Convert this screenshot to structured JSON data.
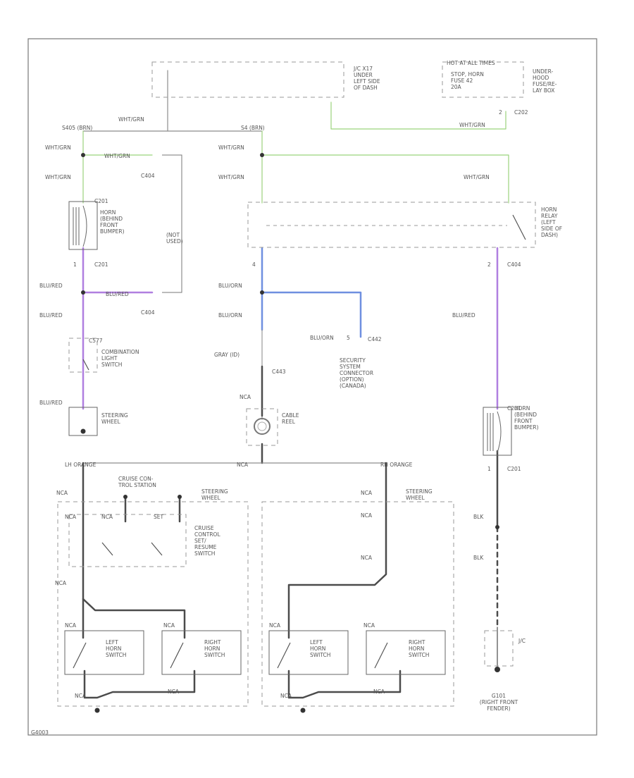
{
  "colors": {
    "grn": "#9bd37c",
    "vio": "#b07fe0",
    "blu": "#6f8fe0",
    "gry": "#8c8c8c",
    "blk": "#4b4b4b",
    "frame": "#777777",
    "dash": "#9a9a9a"
  },
  "labels": {
    "jc_top": [
      "J/C X17",
      "UNDER",
      "LEFT SIDE",
      "OF DASH"
    ],
    "fuse_box_head": "HOT AT ALL TIMES",
    "fuse_inner": [
      "STOP, HORN",
      "FUSE 42",
      "20A"
    ],
    "underhood": [
      "UNDER-",
      "HOOD",
      "FUSE/RE-",
      "LAY BOX"
    ],
    "pin2": "2",
    "c202_right": "C202",
    "wht_grn_top_left": "WHT/GRN",
    "wht_grn_top_right": "WHT/GRN",
    "bus_left": "S405 (BRN)",
    "bus_right": "S4 (BRN)",
    "wht_grn_1": "WHT/GRN",
    "wht_grn_2": "WHT/GRN",
    "wht_grn_3": "WHT/GRN",
    "wht_grn_4": "WHT/GRN",
    "wht_grn_5": "WHT/GRN",
    "wht_grn_h": "WHT/GRN",
    "c404_a": "C404",
    "c201_a": "C201",
    "horn_left": [
      "HORN",
      "(BEHIND",
      "FRONT",
      "BUMPER)"
    ],
    "pin1_a": "1",
    "c201_b": "C201",
    "not_used": [
      "(NOT",
      "USED)"
    ],
    "blu_red_1": "BLU/RED",
    "blu_red_h": "BLU/RED",
    "c404_b": "C404",
    "blu_red_2": "BLU/RED",
    "c577": "C577",
    "comb_switch": [
      "COMBINATION",
      "LIGHT",
      "SWITCH"
    ],
    "blu_red_3": "BLU/RED",
    "steering_wheel": [
      "STEERING",
      "WHEEL"
    ],
    "horn_relay": [
      "HORN",
      "RELAY",
      "(LEFT",
      "SIDE OF",
      "DASH)"
    ],
    "pin4": "4",
    "pin2_relay": "2",
    "c404_c": "C404",
    "blu_orn_1": "BLU/ORN",
    "blu_orn_2": "BLU/ORN",
    "blu_orn_h": "BLU/ORN",
    "pin5": "5",
    "c442": "C442",
    "security": [
      "SECURITY",
      "SYSTEM",
      "CONNECTOR",
      "(OPTION)",
      "(CANADA)"
    ],
    "blu_red_4": "BLU/RED",
    "gray_id": "GRAY (ID)",
    "c443": "C443",
    "nca_reel": "NCA",
    "cable_reel": [
      "CABLE",
      "REEL"
    ],
    "horn_right": [
      "HORN",
      "(BEHIND",
      "FRONT",
      "BUMPER)"
    ],
    "c201_c": "C201",
    "pin1_b": "1",
    "c201_d": "C201",
    "bus2_left": "LH ORANGE",
    "bus2_mid": "NCA",
    "bus2_right": "RH ORANGE",
    "nca_l1": "NCA",
    "cruise_head": [
      "CRUISE CON-",
      "TROL STATION"
    ],
    "steering_l": [
      "STEERING",
      "WHEEL"
    ],
    "nca_l2": "NCA",
    "nca_l3": "NCA",
    "set": "SET",
    "cruise_sw": [
      "CRUISE",
      "CONTROL",
      "SET/",
      "RESUME",
      "SWITCH"
    ],
    "nca_l4": "NCA",
    "nca_l5": "NCA",
    "nca_l6": "NCA",
    "left_horn_l": [
      "LEFT",
      "HORN",
      "SWITCH"
    ],
    "right_horn_l": [
      "RIGHT",
      "HORN",
      "SWITCH"
    ],
    "nca_l7": "NCA",
    "nca_l8": "NCA",
    "nca_r1": "NCA",
    "steering_r": [
      "STEERING",
      "WHEEL"
    ],
    "nca_r2": "NCA",
    "nca_r3": "NCA",
    "nca_r4": "NCA",
    "nca_r5": "NCA",
    "left_horn_r": [
      "LEFT",
      "HORN",
      "SWITCH"
    ],
    "right_horn_r": [
      "RIGHT",
      "HORN",
      "SWITCH"
    ],
    "nca_r6": "NCA",
    "nca_r7": "NCA",
    "blk_1": "BLK",
    "blk_2": "BLK",
    "jc_bottom": "J/C",
    "ground": [
      "G101",
      "(RIGHT FRONT",
      "FENDER)"
    ],
    "fig_code": "G4003"
  }
}
